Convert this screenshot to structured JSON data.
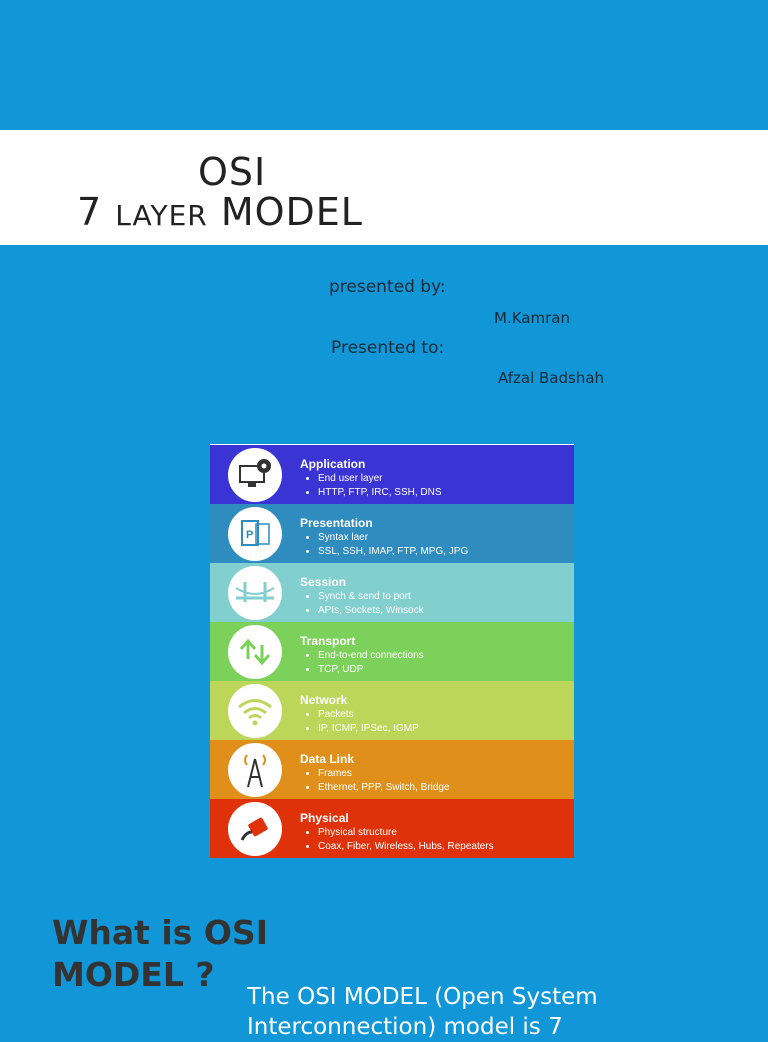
{
  "title": {
    "line1": "OSI",
    "line2_prefix": "7 ",
    "line2_small": "LAYER",
    "line2_suffix": " MODEL"
  },
  "presenter": {
    "by_label": "presented by:",
    "by_name": "M.Kamran",
    "to_label": "Presented to:",
    "to_name": "Afzal Badshah"
  },
  "osi_layers": [
    {
      "name": "Application",
      "bullets": [
        "End user layer",
        "HTTP, FTP, IRC, SSH, DNS"
      ],
      "color": "#3b34d4",
      "icon": "monitor-gear-icon"
    },
    {
      "name": "Presentation",
      "bullets": [
        "Syntax laer",
        "SSL, SSH, IMAP, FTP, MPG, JPG"
      ],
      "color": "#2f8cbf",
      "icon": "presentation-file-icon"
    },
    {
      "name": "Session",
      "bullets": [
        "Synch & send to port",
        "APIs, Sockets, Winsock"
      ],
      "color": "#82cfd0",
      "icon": "bridge-icon"
    },
    {
      "name": "Transport",
      "bullets": [
        "End-to-end connections",
        "TCP, UDP"
      ],
      "color": "#7cd15a",
      "icon": "up-down-arrows-icon"
    },
    {
      "name": "Network",
      "bullets": [
        "Packets",
        "IP, ICMP, IPSec, IGMP"
      ],
      "color": "#bcd65a",
      "icon": "wifi-icon"
    },
    {
      "name": "Data Link",
      "bullets": [
        "Frames",
        "Ethernet, PPP, Switch, Bridge"
      ],
      "color": "#e0901a",
      "icon": "antenna-tower-icon"
    },
    {
      "name": "Physical",
      "bullets": [
        "Physical structure",
        "Coax, Fiber, Wireless, Hubs, Repeaters"
      ],
      "color": "#e0320a",
      "icon": "cable-plug-icon"
    }
  ],
  "section": {
    "heading_line1": "What is OSI",
    "heading_line2": "MODEL ?",
    "body": "The OSI MODEL (Open System Interconnection) model is 7"
  }
}
